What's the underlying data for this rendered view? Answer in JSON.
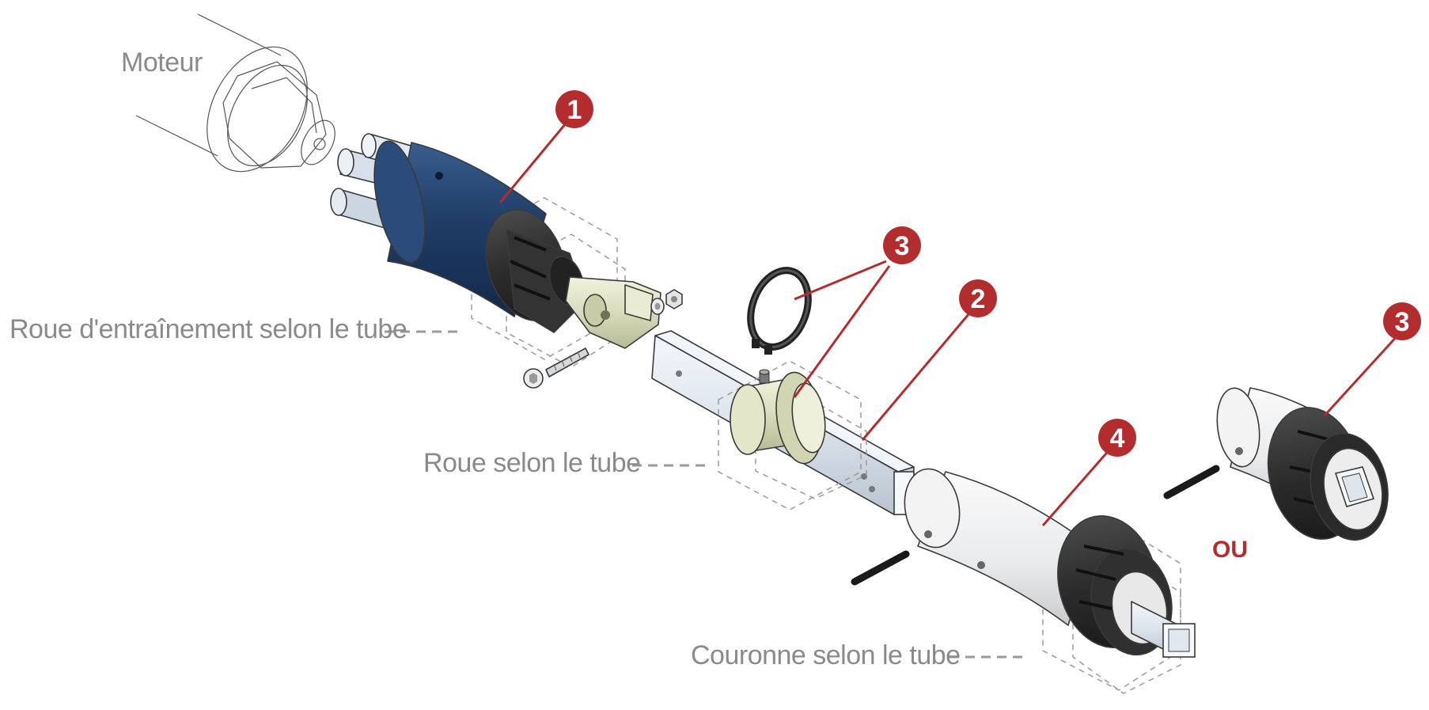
{
  "labels": {
    "motor": "Moteur",
    "drive_wheel": "Roue d'entraînement selon le tube",
    "wheel": "Roue selon le tube",
    "crown": "Couronne selon le tube",
    "or": "OU"
  },
  "badges": [
    "1",
    "3",
    "2",
    "3",
    "4"
  ],
  "colors": {
    "badge": "#b32d2e",
    "drive_sleeve": "#1f3d66",
    "adapter_black": "#2c2c2c",
    "brass": "#dfe2c4",
    "steel_light": "#e6ecf3",
    "label_gray": "#8a8a8a"
  }
}
